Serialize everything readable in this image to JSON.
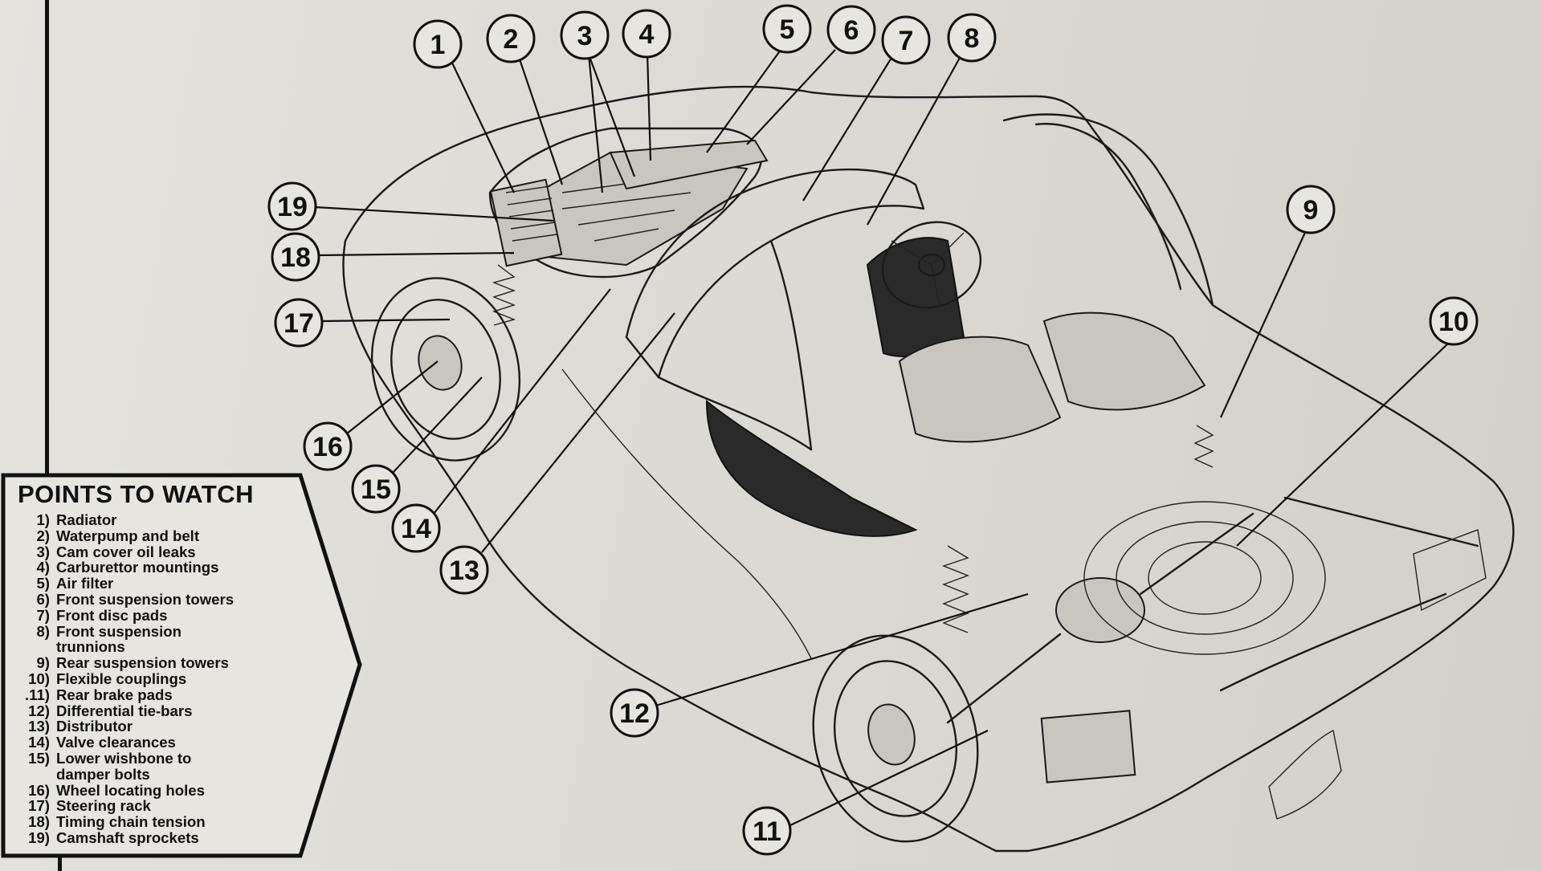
{
  "legend": {
    "title": "POINTS TO WATCH",
    "items": [
      {
        "num": "1)",
        "label": "Radiator"
      },
      {
        "num": "2)",
        "label": "Waterpump and belt"
      },
      {
        "num": "3)",
        "label": "Cam cover oil leaks"
      },
      {
        "num": "4)",
        "label": "Carburettor mountings"
      },
      {
        "num": "5)",
        "label": "Air filter"
      },
      {
        "num": "6)",
        "label": "Front suspension towers"
      },
      {
        "num": "7)",
        "label": "Front disc pads"
      },
      {
        "num": "8)",
        "label": "Front suspension"
      },
      {
        "num": "",
        "label": "trunnions"
      },
      {
        "num": "9)",
        "label": "Rear suspension towers"
      },
      {
        "num": "10)",
        "label": "Flexible couplings"
      },
      {
        "num": ".11)",
        "label": "Rear brake pads"
      },
      {
        "num": "12)",
        "label": "Differential tie-bars"
      },
      {
        "num": "13)",
        "label": "Distributor"
      },
      {
        "num": "14)",
        "label": "Valve clearances"
      },
      {
        "num": "15)",
        "label": "Lower wishbone to"
      },
      {
        "num": "",
        "label": "damper bolts"
      },
      {
        "num": "16)",
        "label": "Wheel locating holes"
      },
      {
        "num": "17)",
        "label": "Steering rack"
      },
      {
        "num": "18)",
        "label": "Timing chain tension"
      },
      {
        "num": "19)",
        "label": "Camshaft sprockets"
      }
    ]
  },
  "callouts": [
    "1",
    "2",
    "3",
    "4",
    "5",
    "6",
    "7",
    "8",
    "9",
    "10",
    "11",
    "12",
    "13",
    "14",
    "15",
    "16",
    "17",
    "18",
    "19"
  ],
  "colors": {
    "ink": "#111111",
    "paper": "#e4e3de"
  }
}
